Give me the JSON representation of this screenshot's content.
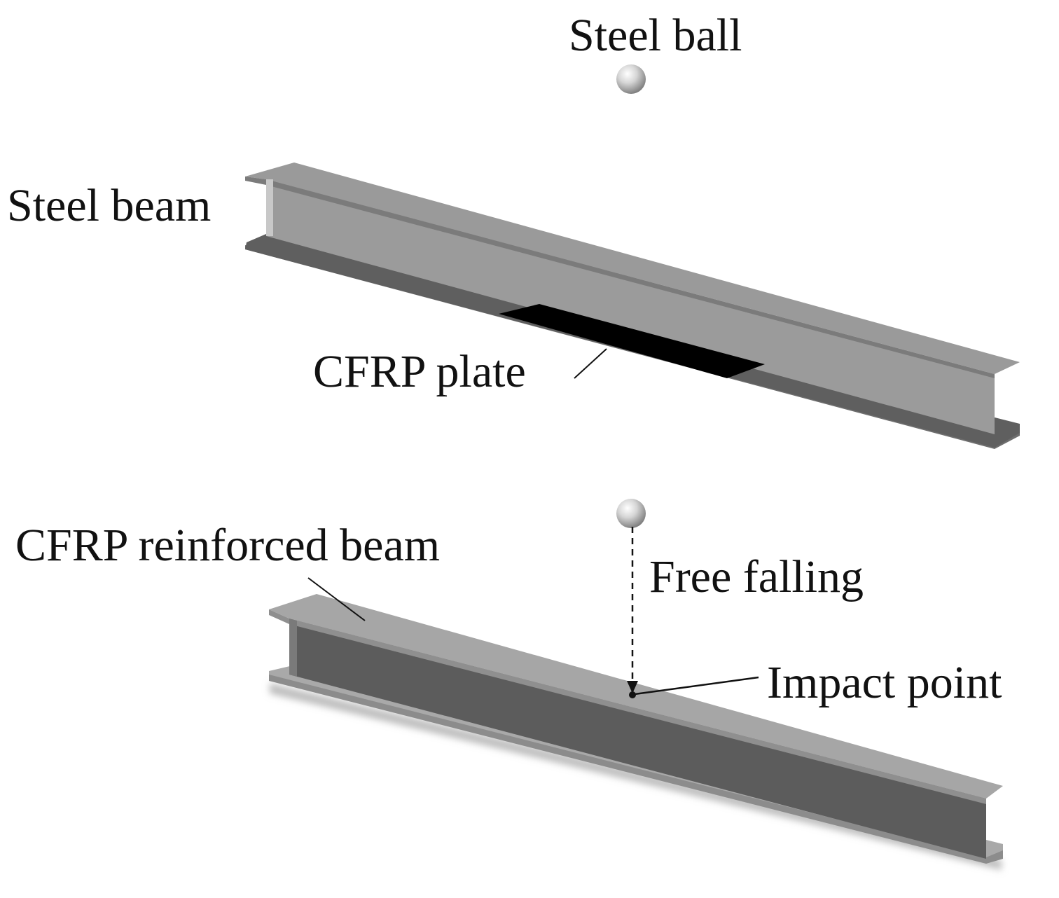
{
  "labels": {
    "steel_ball": "Steel ball",
    "steel_beam": "Steel beam",
    "cfrp_plate": "CFRP plate",
    "cfrp_reinforced_beam": "CFRP reinforced beam",
    "free_falling": "Free falling",
    "impact_point": "Impact point"
  },
  "colors": {
    "background": "#ffffff",
    "beam_top_light": "#b7b7b7",
    "beam_web": "#9a9a9a",
    "beam_dark": "#5f5f5f",
    "beam_edge": "#7a7a7a",
    "cfrp_plate": "#000000",
    "ball": "#d9d9d9",
    "text": "#111111"
  }
}
